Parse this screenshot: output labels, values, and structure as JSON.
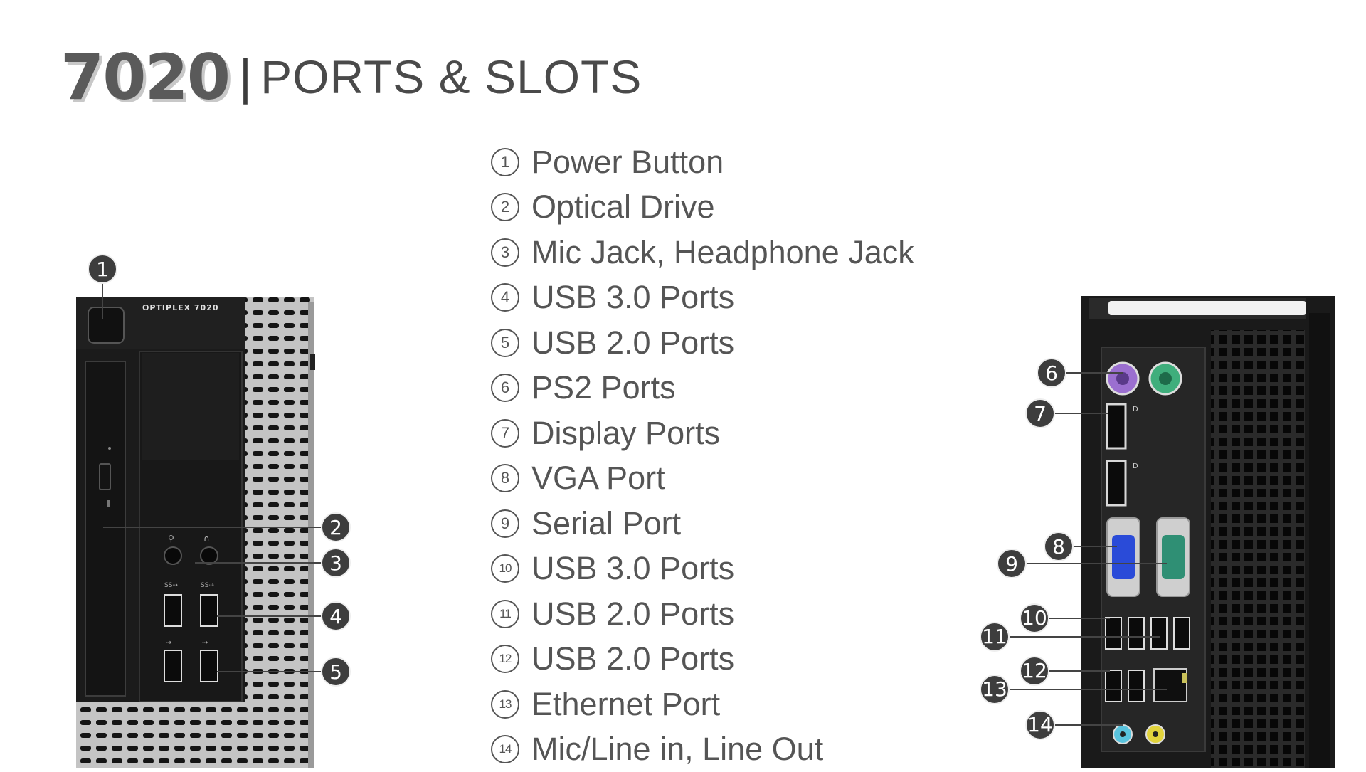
{
  "title": {
    "model": "7020",
    "separator": "|",
    "subtitle": "PORTS & SLOTS"
  },
  "brand_label": "OPTIPLEX 7020",
  "legend": [
    {
      "num": "1",
      "label": "Power Button"
    },
    {
      "num": "2",
      "label": "Optical Drive"
    },
    {
      "num": "3",
      "label": "Mic Jack, Headphone Jack"
    },
    {
      "num": "4",
      "label": "USB 3.0 Ports"
    },
    {
      "num": "5",
      "label": "USB 2.0 Ports"
    },
    {
      "num": "6",
      "label": "PS2 Ports"
    },
    {
      "num": "7",
      "label": "Display Ports"
    },
    {
      "num": "8",
      "label": "VGA Port"
    },
    {
      "num": "9",
      "label": "Serial Port"
    },
    {
      "num": "10",
      "label": "USB 3.0 Ports"
    },
    {
      "num": "11",
      "label": "USB 2.0 Ports"
    },
    {
      "num": "12",
      "label": "USB 2.0 Ports"
    },
    {
      "num": "13",
      "label": "Ethernet Port"
    },
    {
      "num": "14",
      "label": "Mic/Line in, Line Out"
    }
  ],
  "callouts": [
    "1",
    "2",
    "3",
    "4",
    "5",
    "6",
    "7",
    "8",
    "9",
    "10",
    "11",
    "12",
    "13",
    "14"
  ],
  "colors": {
    "text": "#555555",
    "chassis": "#1b1b1b",
    "mesh": "#b8b8b8",
    "ps2_mouse": "#9b6fd0",
    "ps2_keyboard": "#3fae7c",
    "vga": "#2a4bd8",
    "serial": "#2f8f74",
    "audio_in": "#59c3dd",
    "audio_out": "#e1d33c"
  }
}
